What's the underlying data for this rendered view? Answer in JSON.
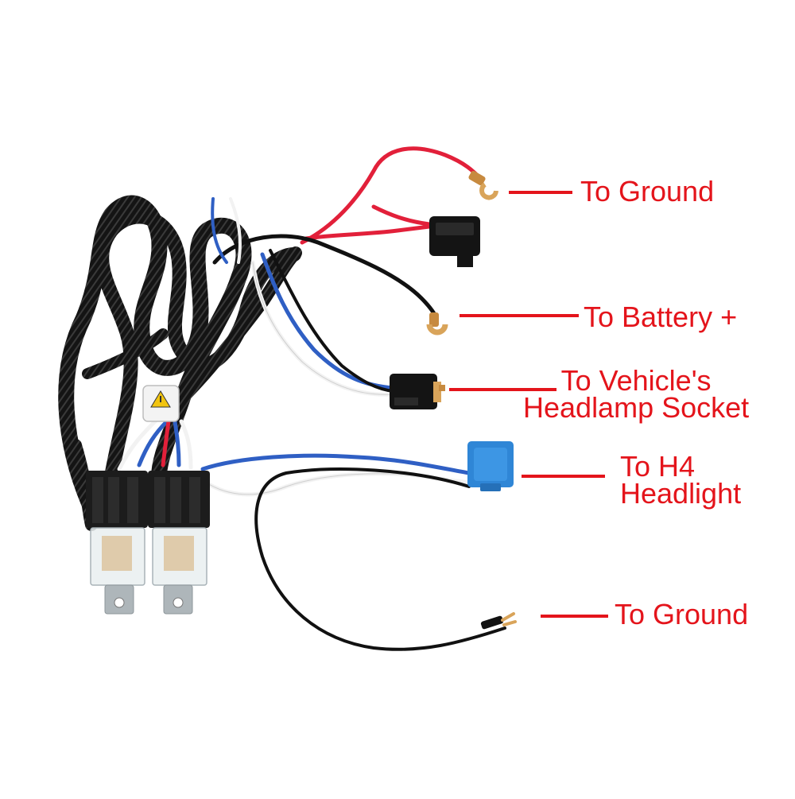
{
  "colors": {
    "label_red": "#e4141b",
    "wire_black": "#111111",
    "wire_red": "#e2203a",
    "wire_blue": "#2f5fc4",
    "wire_white": "#f2f2f2",
    "connector_blue": "#2f86d6",
    "relay_black": "#1c1c1c",
    "terminal_brass": "#d9a45a"
  },
  "labels": {
    "ground_top": "To Ground",
    "battery": "To Battery +",
    "vehicle_socket_line1": "To Vehicle's",
    "vehicle_socket_line2": "Headlamp Socket",
    "h4_line1": "To H4",
    "h4_line2": "Headlight",
    "ground_bottom": "To Ground"
  },
  "icons": {
    "relay_warning": "warning-triangle-icon"
  }
}
